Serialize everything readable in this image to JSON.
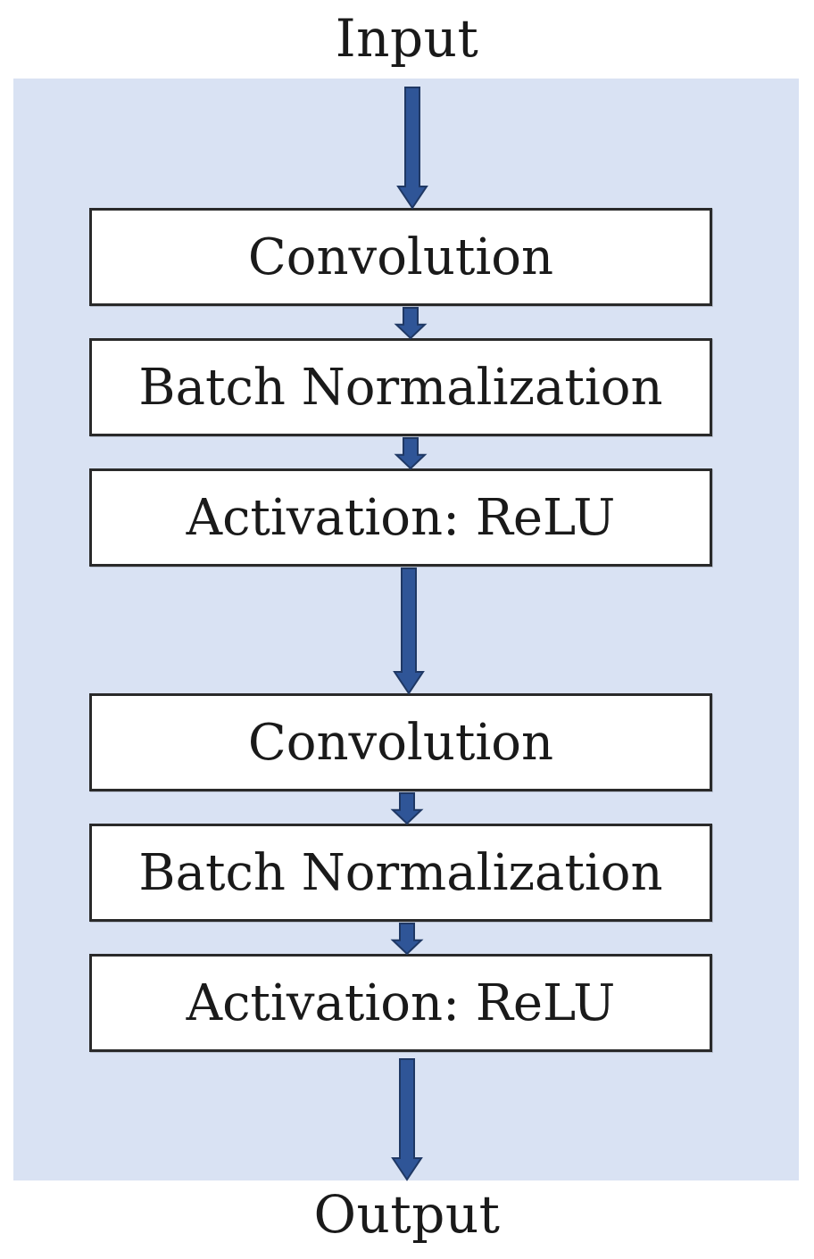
{
  "input_label": "Input",
  "output_label": "Output",
  "blocks": [
    {
      "label": "Convolution"
    },
    {
      "label": "Batch Normalization"
    },
    {
      "label": "Activation: ReLU"
    },
    {
      "label": "Convolution"
    },
    {
      "label": "Batch Normalization"
    },
    {
      "label": "Activation: ReLU"
    }
  ],
  "colors": {
    "panel_background": "#d9e2f3",
    "arrow_fill": "#2f5597",
    "arrow_outline": "#1f3864",
    "block_border": "#2a2a2a"
  }
}
